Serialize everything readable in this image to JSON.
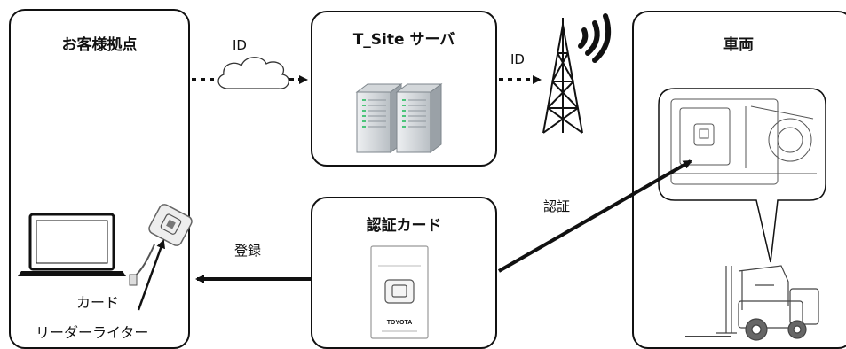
{
  "nodes": {
    "customer_site": {
      "title": "お客様拠点"
    },
    "server": {
      "title": "T_Site サーバ"
    },
    "auth_card": {
      "title": "認証カード",
      "card_brand": "TOYOTA"
    },
    "vehicle": {
      "title": "車両"
    }
  },
  "device_labels": {
    "card_line1": "カード",
    "card_line2": "リーダーライター"
  },
  "edges": {
    "customer_to_server": "ID",
    "server_to_antenna": "ID",
    "card_to_vehicle": "認証",
    "card_to_customer": "登録"
  },
  "colors": {
    "line": "#111111",
    "server_light": "#dfe3e6",
    "server_dark": "#8d959c",
    "led": "#4cc47a"
  }
}
